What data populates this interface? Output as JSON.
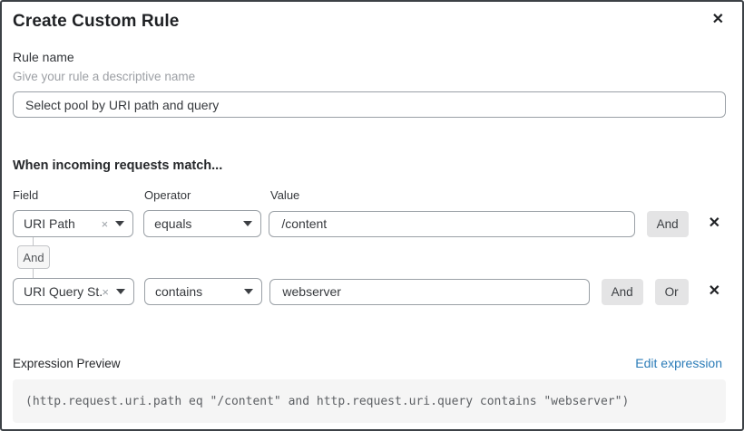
{
  "dialog": {
    "title": "Create Custom Rule"
  },
  "icons": {
    "close": "✕",
    "clear": "×",
    "delete_row": "✕"
  },
  "rule_name": {
    "label": "Rule name",
    "hint": "Give your rule a descriptive name",
    "value": "Select pool by URI path and query"
  },
  "matcher": {
    "heading": "When incoming requests match...",
    "columns": {
      "field": "Field",
      "operator": "Operator",
      "value": "Value"
    },
    "connector": "And",
    "rows": [
      {
        "field": "URI Path",
        "operator": "equals",
        "value": "/content",
        "buttons": [
          "And"
        ]
      },
      {
        "field": "URI Query St...",
        "operator": "contains",
        "value": "webserver",
        "buttons": [
          "And",
          "Or"
        ]
      }
    ]
  },
  "expression": {
    "label": "Expression Preview",
    "edit_link": "Edit expression",
    "code": "(http.request.uri.path eq \"/content\" and http.request.uri.query contains \"webserver\")"
  },
  "colors": {
    "link_blue": "#2c7cb8",
    "border_dark": "#3c4146",
    "input_border": "#9aa0a6",
    "button_gray": "#e4e4e5",
    "code_bg": "#f5f5f5",
    "text_primary": "#36393d",
    "text_hint": "#9da0a5"
  }
}
